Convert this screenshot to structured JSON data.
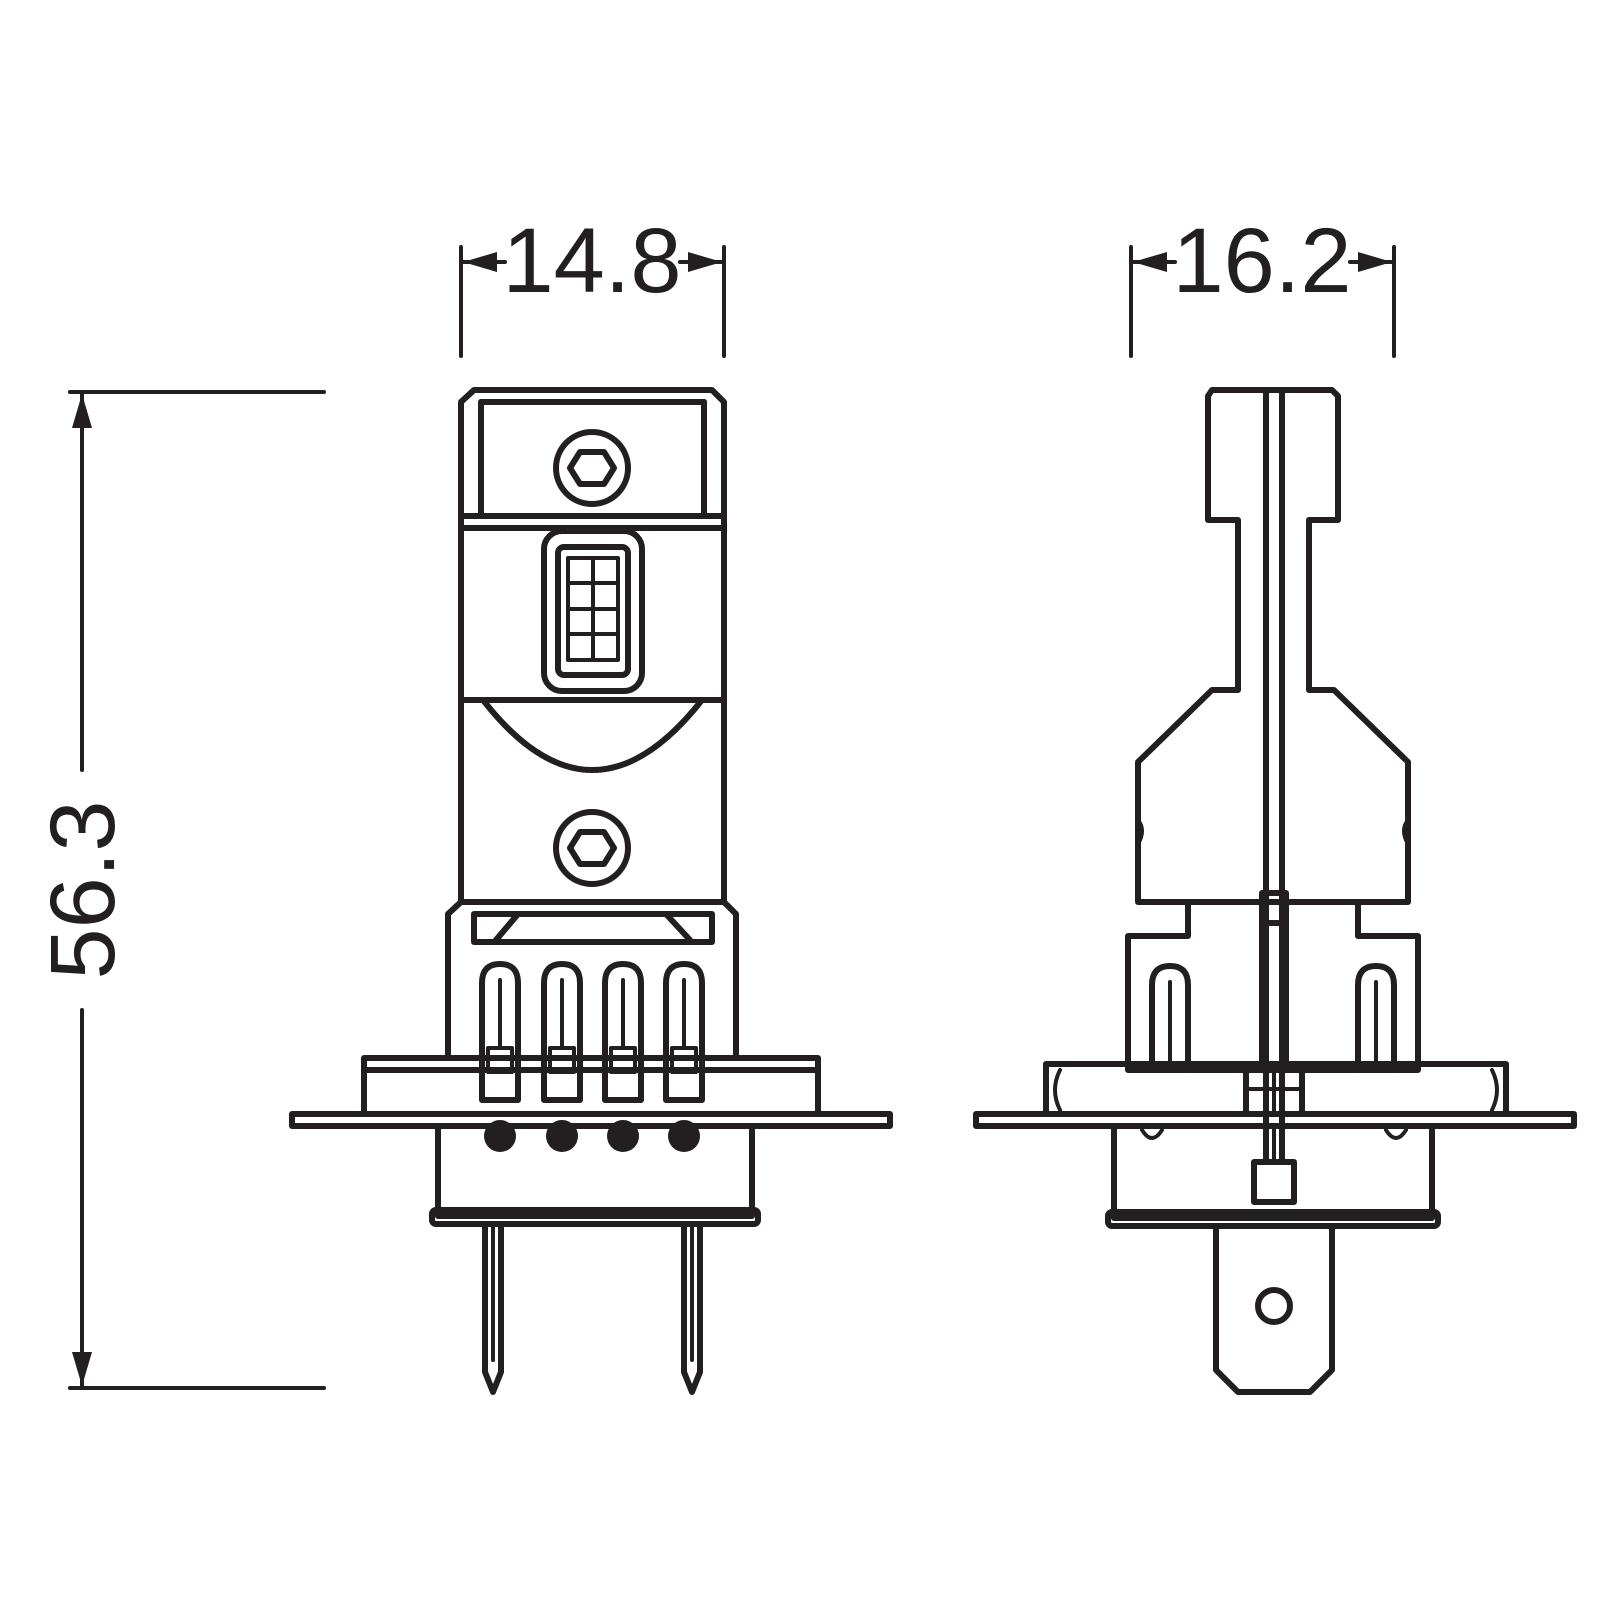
{
  "dimensions": {
    "width_front": "14.8",
    "width_side": "16.2",
    "height": "56.3"
  },
  "colors": {
    "line": "#231f20",
    "background": "#ffffff"
  }
}
